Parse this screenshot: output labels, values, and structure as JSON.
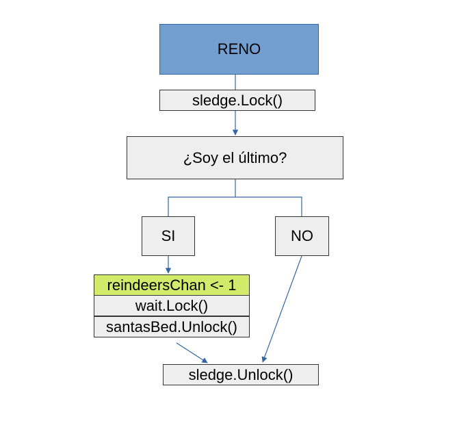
{
  "diagram": {
    "title_node": "RENO",
    "steps": {
      "lock": "sledge.Lock()",
      "question": "¿Soy el último?",
      "yes": "SI",
      "no": "NO",
      "chan": "reindeersChan <- 1",
      "wait": "wait.Lock()",
      "bed": "santasBed.Unlock()",
      "unlock": "sledge.Unlock()"
    },
    "colors": {
      "header_fill": "#729fcf",
      "header_border": "#3465a4",
      "highlight_fill": "#d4ea6b",
      "node_fill": "#eeeeee",
      "connector": "#3465a4"
    }
  }
}
